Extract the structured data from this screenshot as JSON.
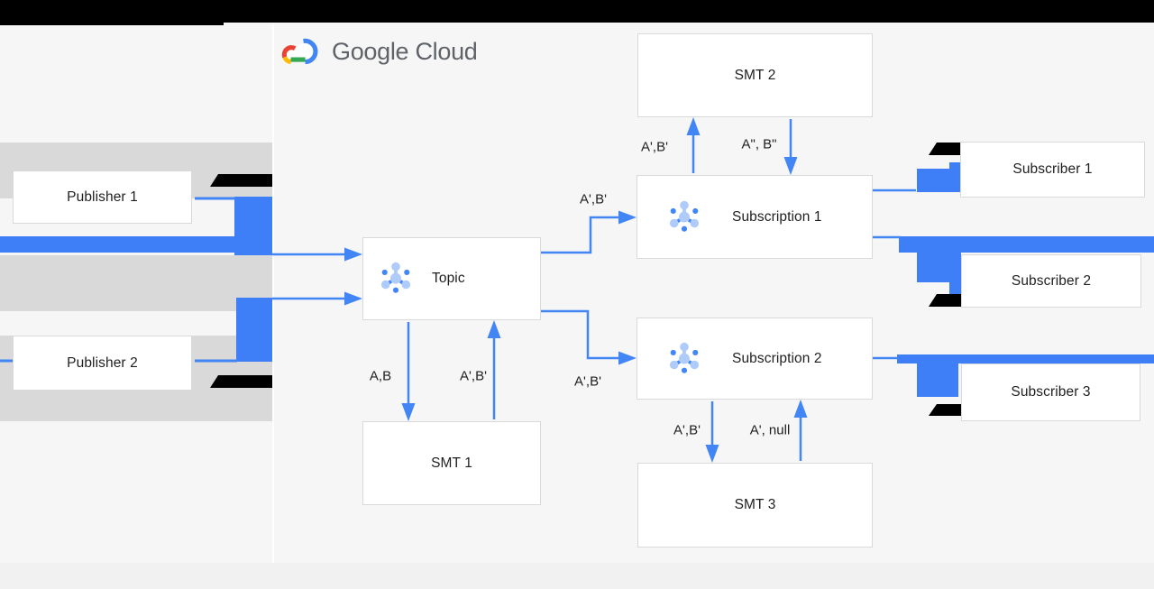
{
  "logo": {
    "text": "Google Cloud"
  },
  "nodes": {
    "publisher1": "Publisher 1",
    "publisher2": "Publisher 2",
    "topic": "Topic",
    "smt1": "SMT 1",
    "smt2": "SMT 2",
    "smt3": "SMT 3",
    "subscription1": "Subscription 1",
    "subscription2": "Subscription 2",
    "subscriber1": "Subscriber 1",
    "subscriber2": "Subscriber 2",
    "subscriber3": "Subscriber 3"
  },
  "edges": {
    "topic_to_subscription1": "A',B'",
    "topic_to_subscription2": "A',B'",
    "topic_to_smt1": "A,B",
    "smt1_to_topic": "A',B'",
    "subscription1_to_smt2": "A',B'",
    "smt2_to_subscription1": "A\", B\"",
    "subscription2_to_smt3": "A',B'",
    "smt3_to_subscription2": "A', null"
  },
  "colors": {
    "arrow_blue": "#4285f4",
    "shape_blue": "#3e7ef6",
    "icon_light_blue": "#aecbfa",
    "band_gray": "#d9d9d9",
    "background": "#f6f6f6",
    "footer_band": "#f1f1f2",
    "box_white": "#ffffff",
    "box_border": "#d8d9da",
    "redaction_black": "#000000",
    "logo_text_gray": "#5f6368",
    "google_red": "#ea4335",
    "google_yellow": "#fbbc05",
    "google_green": "#34a853"
  }
}
